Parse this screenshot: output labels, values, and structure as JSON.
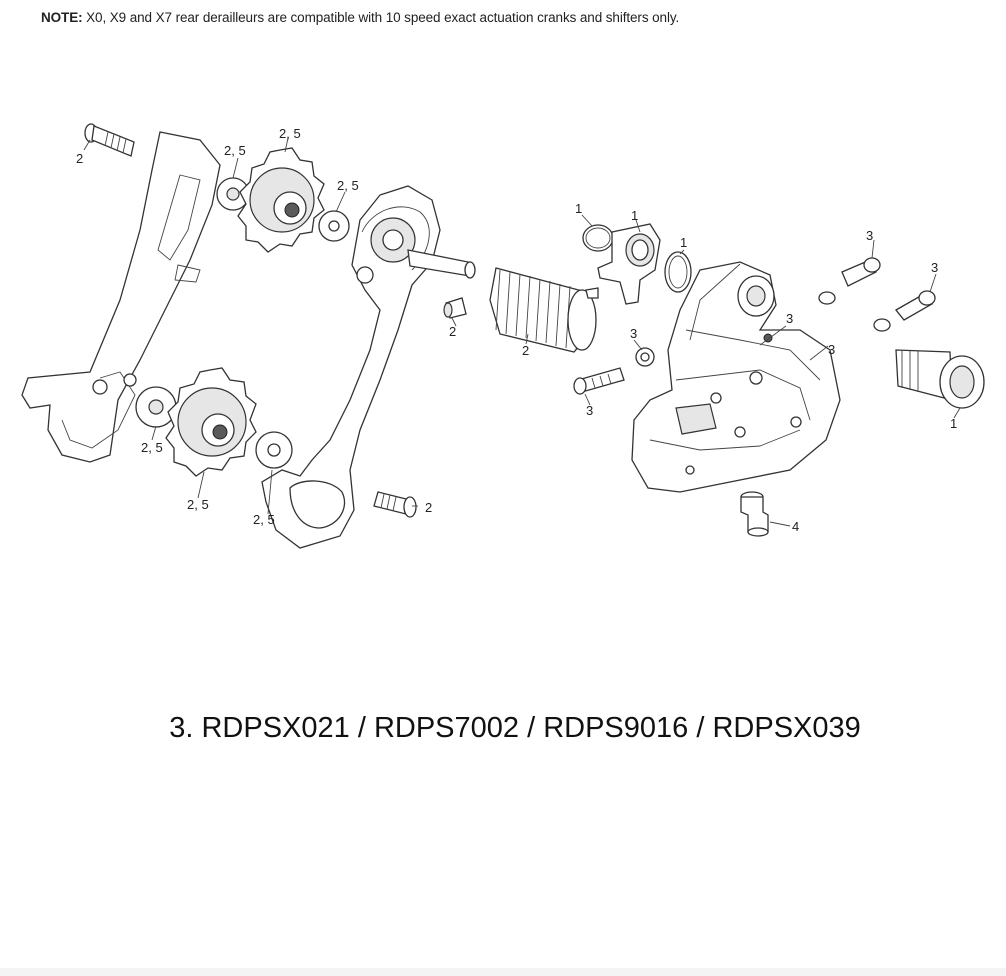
{
  "note": {
    "label": "NOTE:",
    "text": "X0, X9 and X7 rear derailleurs are compatible with 10 speed exact actuation cranks and shifters only."
  },
  "callouts": [
    "2",
    "2, 5",
    "2, 5",
    "2, 5",
    "2, 5",
    "2, 5",
    "2, 5",
    "2",
    "2",
    "2",
    "1",
    "1",
    "1",
    "3",
    "3",
    "3",
    "3",
    "3",
    "3",
    "1",
    "4"
  ],
  "caption": "3. RDPSX021 / RDPS7002 / RDPS9016 / RDPSX039"
}
